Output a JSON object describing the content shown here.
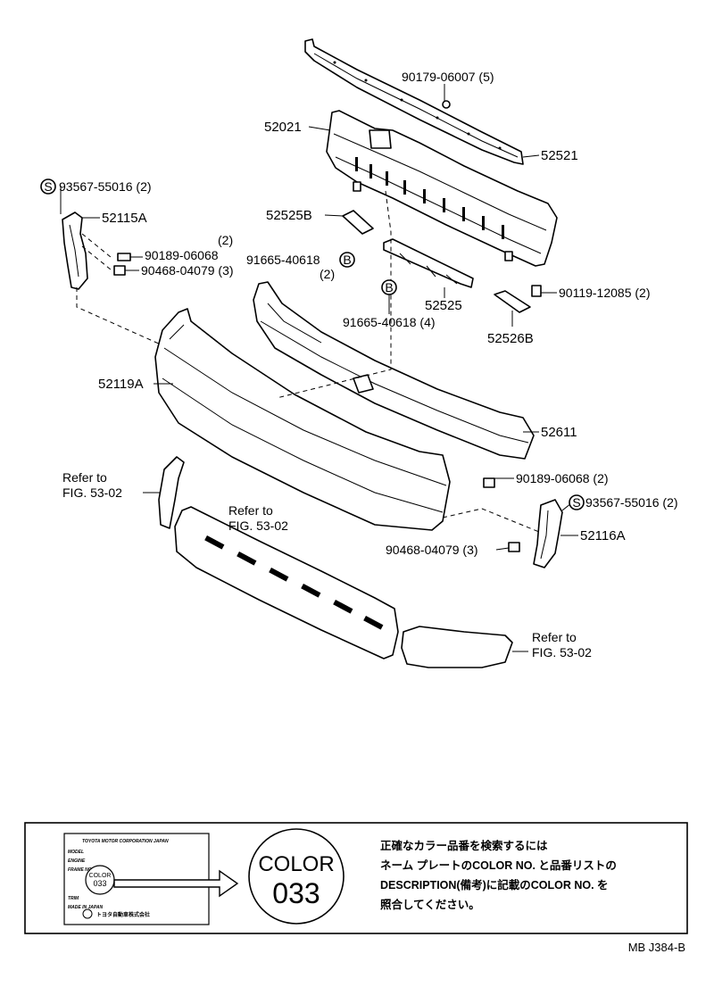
{
  "parts": {
    "p90179": "90179-06007 (5)",
    "p52021": "52021",
    "p52521": "52521",
    "p93567_left": "93567-55016 (2)",
    "p52115A": "52115A",
    "p52525B": "52525B",
    "p90189_top_qty": "(2)",
    "p90189_top": "90189-06068",
    "p91665_b1": "91665-40618",
    "p91665_b1_qty": "(2)",
    "p90468_top": "90468-04079 (3)",
    "p90119": "90119-12085 (2)",
    "p52525": "52525",
    "p91665_b2": "91665-40618 (4)",
    "p52526B": "52526B",
    "p52119A": "52119A",
    "p52611": "52611",
    "p90189_mid": "90189-06068 (2)",
    "p93567_right": "93567-55016 (2)",
    "p52116A": "52116A",
    "p90468_bottom": "90468-04079 (3)"
  },
  "refs": {
    "ref1_line1": "Refer to",
    "ref1_line2": "FIG. 53-02",
    "ref2_line1": "Refer to",
    "ref2_line2": "FIG. 53-02",
    "ref3_line1": "Refer to",
    "ref3_line2": "FIG. 53-02"
  },
  "symbols": {
    "s_circle": "S",
    "b_circle": "B"
  },
  "note_box": {
    "plate_line1": "TOYOTA MOTOR CORPORATION JAPAN",
    "plate_line2": "MODEL",
    "plate_line3": "ENGINE",
    "plate_line4": "FRAME NO.",
    "plate_line5": "TRIM",
    "plate_line6": "MADE IN JAPAN",
    "plate_color_label": "COLOR",
    "plate_color_value": "033",
    "plate_footer": "トヨタ自動車株式会社",
    "badge_label": "COLOR",
    "badge_value": "033",
    "jp_line1": "正確なカラー品番を検索するには",
    "jp_line2": "ネーム プレートのCOLOR NO. と品番リストの",
    "jp_line3": "DESCRIPTION(備考)に記載のCOLOR NO. を",
    "jp_line4": "照合してください。"
  },
  "footer": {
    "code": "MB J384-B"
  }
}
